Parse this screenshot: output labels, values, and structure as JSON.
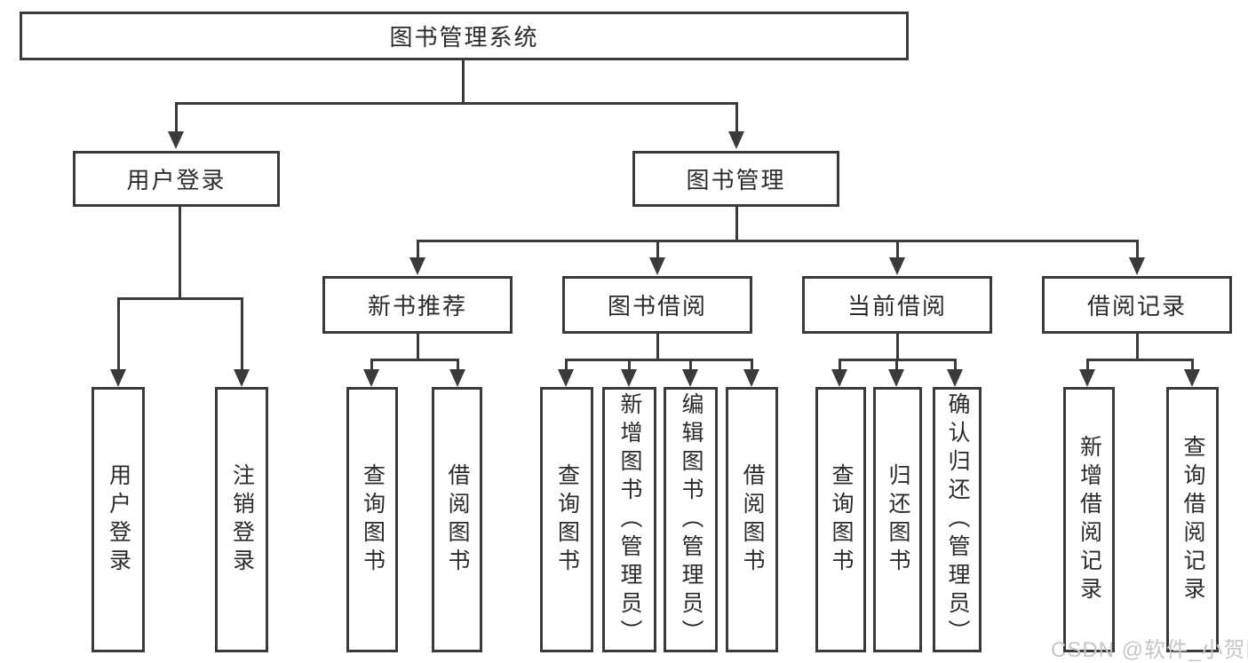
{
  "nodes": {
    "root": {
      "label": "图书管理系统"
    },
    "level2": [
      {
        "label": "用户登录"
      },
      {
        "label": "图书管理"
      }
    ],
    "level3": [
      {
        "label": "新书推荐"
      },
      {
        "label": "图书借阅"
      },
      {
        "label": "当前借阅"
      },
      {
        "label": "借阅记录"
      }
    ],
    "leaves": [
      {
        "label": "用户登录"
      },
      {
        "label": "注销登录"
      },
      {
        "label": "查询图书"
      },
      {
        "label": "借阅图书"
      },
      {
        "label": "查询图书"
      },
      {
        "label": "新增图书（管理员）"
      },
      {
        "label": "编辑图书（管理员）"
      },
      {
        "label": "借阅图书"
      },
      {
        "label": "查询图书"
      },
      {
        "label": "归还图书"
      },
      {
        "label": "确认归还（管理员）"
      },
      {
        "label": "新增借阅记录"
      },
      {
        "label": "查询借阅记录"
      }
    ]
  },
  "watermark": {
    "text": "CSDN @软件_小贺同学"
  },
  "colors": {
    "line": "#3a3a3a",
    "text": "#2b2b2b",
    "background": "#ffffff",
    "watermark": "#c6c6c6"
  }
}
